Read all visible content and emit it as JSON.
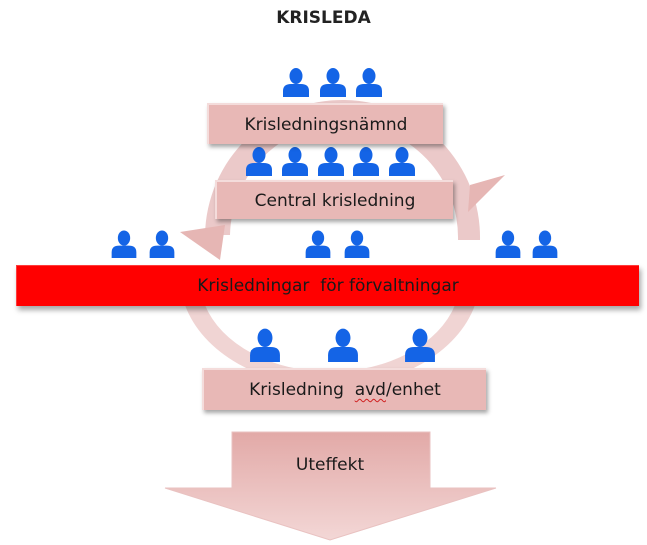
{
  "diagram": {
    "title": "KRISLEDA",
    "boxes": {
      "namnd": "Krisledningsnämnd",
      "central": "Central krisledning",
      "forvaltningar": "Krisledningar  för förvaltningar",
      "avd_prefix": "Krisledning",
      "avd_rest": "/enhet",
      "avd_squiggle": "avd"
    },
    "arrow_label": "Uteffekt",
    "icon": "person-icon",
    "colors": {
      "cycle": "#e6b6b4",
      "box_fill": "#e8b8b6",
      "red_band": "#ff0000",
      "person": "#1464e6"
    }
  }
}
